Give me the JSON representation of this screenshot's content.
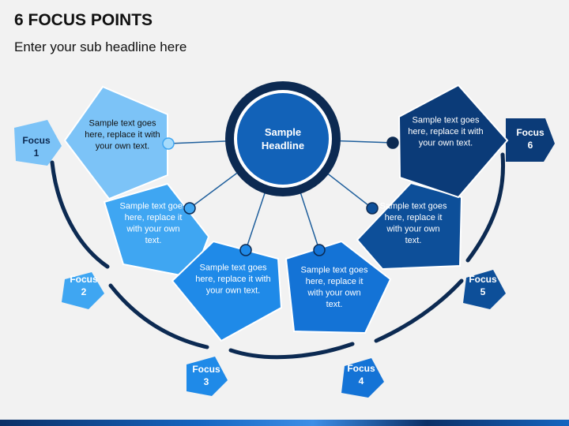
{
  "slide": {
    "title": "6 FOCUS POINTS",
    "subtitle": "Enter your sub headline here"
  },
  "center": {
    "lines": [
      "Sample",
      "Headline"
    ]
  },
  "focus_points": [
    {
      "label": [
        "Focus",
        "1"
      ],
      "text": [
        "Sample text goes",
        "here, replace it with",
        "your own text."
      ],
      "color": "#7cc3f7",
      "text_color": "#111111"
    },
    {
      "label": [
        "Focus",
        "2"
      ],
      "text": [
        "Sample text goes",
        "here, replace it",
        "with your own",
        "text."
      ],
      "color": "#3fa6f2",
      "text_color": "#ffffff"
    },
    {
      "label": [
        "Focus",
        "3"
      ],
      "text": [
        "Sample text goes",
        "here, replace it with",
        "your own text."
      ],
      "color": "#1f8ae8",
      "text_color": "#ffffff"
    },
    {
      "label": [
        "Focus",
        "4"
      ],
      "text": [
        "Sample text goes",
        "here, replace it",
        "with your own",
        "text."
      ],
      "color": "#1473d6",
      "text_color": "#ffffff"
    },
    {
      "label": [
        "Focus",
        "5"
      ],
      "text": [
        "Sample text goes",
        "here, replace it",
        "with your own",
        "text."
      ],
      "color": "#0d4f99",
      "text_color": "#ffffff"
    },
    {
      "label": [
        "Focus",
        "6"
      ],
      "text": [
        "Sample text goes",
        "here, replace it with",
        "your own text."
      ],
      "color": "#0b3b78",
      "text_color": "#ffffff"
    }
  ],
  "colors": {
    "background": "#f2f2f2",
    "arc": "#0c2a52",
    "connector": "#1f5f9c",
    "center_ring": "#0c2a52",
    "center_fill": "#1262b8"
  }
}
